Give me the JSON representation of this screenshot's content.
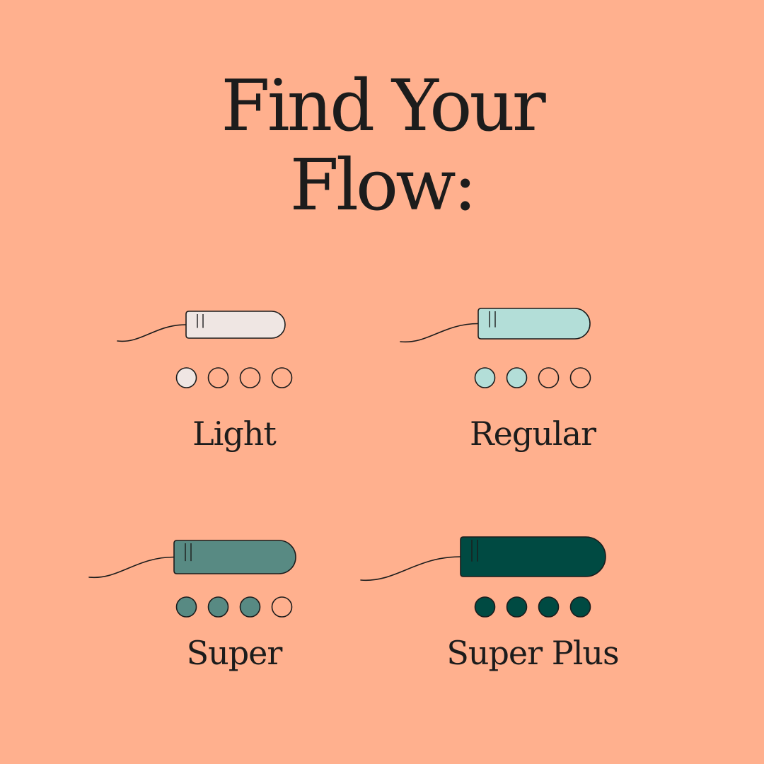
{
  "title": {
    "line1": "Find Your",
    "line2": "Flow:"
  },
  "colors": {
    "background": "#ffb08e",
    "ink": "#1c1c1c",
    "empty_dot": "#ffb08e"
  },
  "levels": [
    {
      "label": "Light",
      "filled_dots": 1,
      "total_dots": 4,
      "color": "#efe6e3",
      "icon": "tampon-icon"
    },
    {
      "label": "Regular",
      "filled_dots": 2,
      "total_dots": 4,
      "color": "#b3ded8",
      "icon": "tampon-icon"
    },
    {
      "label": "Super",
      "filled_dots": 3,
      "total_dots": 4,
      "color": "#588a83",
      "icon": "tampon-icon"
    },
    {
      "label": "Super Plus",
      "filled_dots": 4,
      "total_dots": 4,
      "color": "#004a42",
      "icon": "tampon-icon"
    }
  ]
}
